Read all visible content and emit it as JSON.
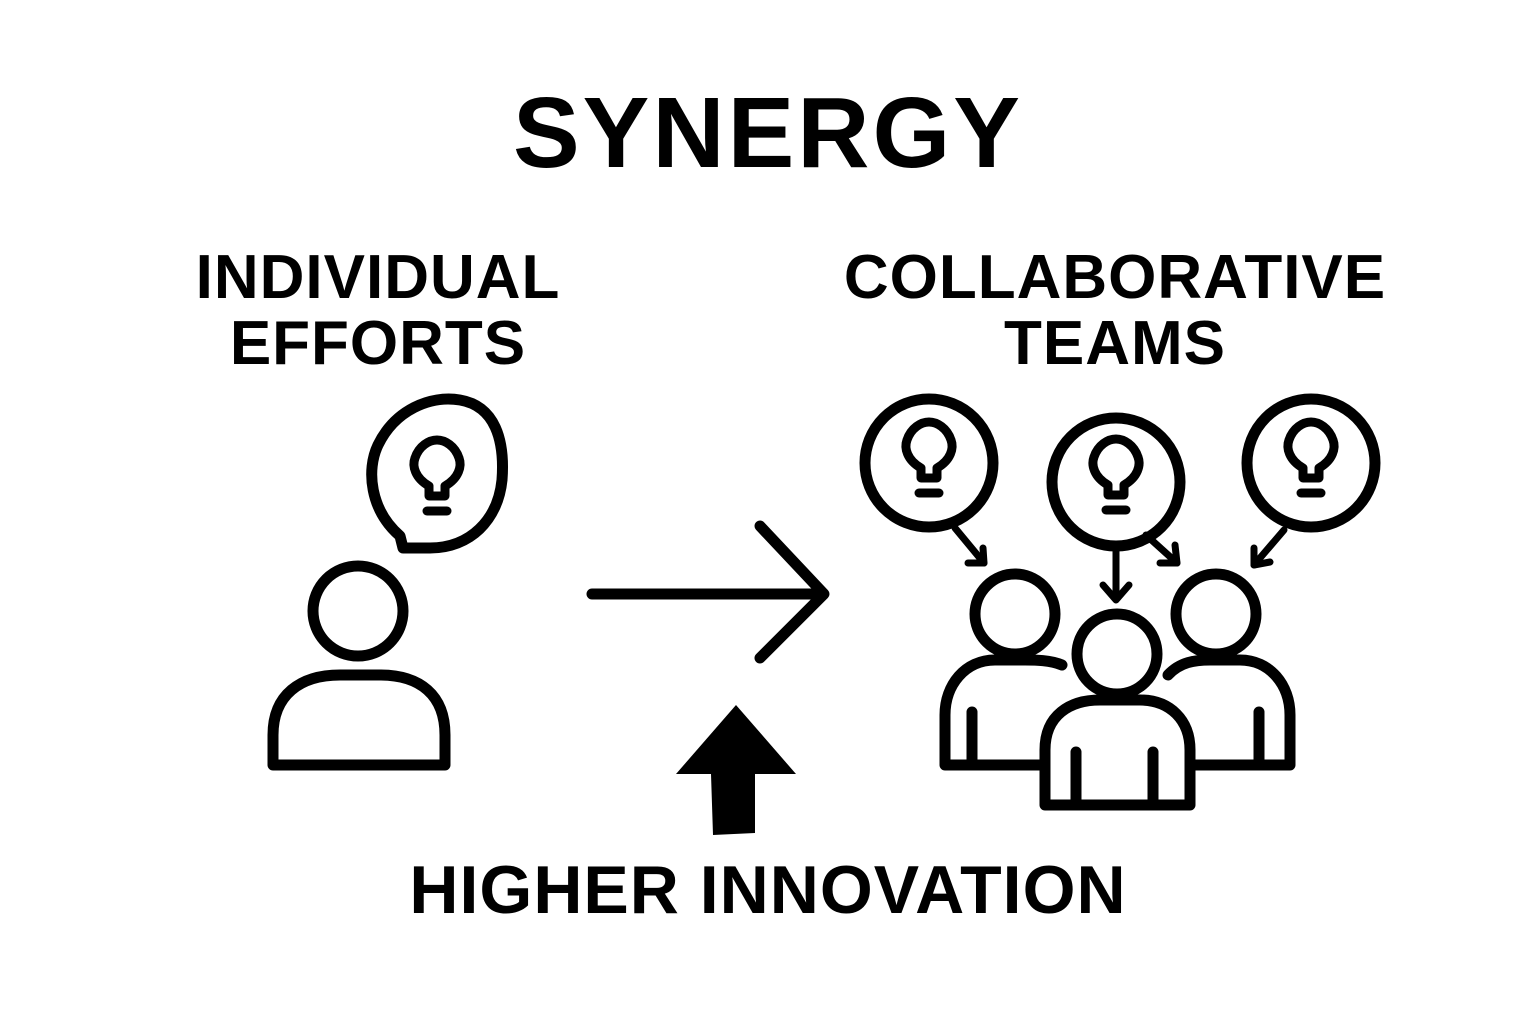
{
  "diagram": {
    "title": "SYNERGY",
    "left_group": {
      "label_line1": "INDIVIDUAL",
      "label_line2": "EFFORTS",
      "icons": [
        "person-icon",
        "lightbulb-speech-bubble-icon"
      ]
    },
    "right_group": {
      "label_line1": "COLLABORATIVE",
      "label_line2": "TEAMS",
      "icons": [
        "team-of-three-people-icon",
        "lightbulb-circle-icon",
        "lightbulb-circle-icon",
        "lightbulb-circle-icon"
      ]
    },
    "connector": "arrow-right-icon",
    "bottom": {
      "indicator": "arrow-up-icon",
      "label": "HIGHER INNOVATION"
    },
    "colors": {
      "foreground": "#000000",
      "background": "#ffffff"
    }
  }
}
